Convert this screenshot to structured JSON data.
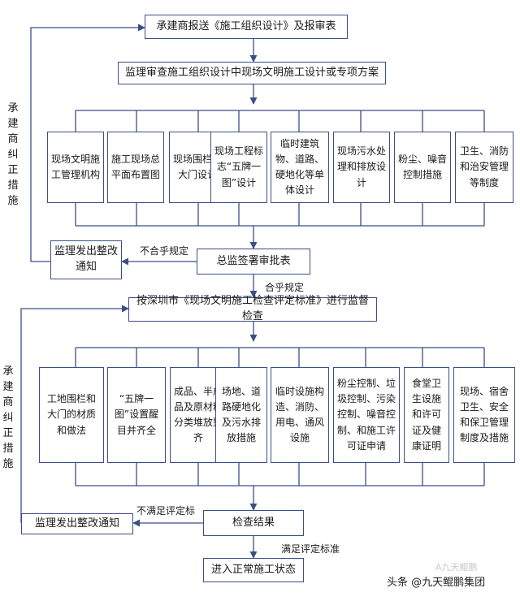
{
  "flow": {
    "step1": "承建商报送《施工组织设计》及报审表",
    "step2": "监理审查施工组织设计中现场文明施工设计或专项方案",
    "items1": [
      "现场文明施工管理机构",
      "施工现场总平面布置图",
      "现场围栏和大门设计",
      "现场工程标志“五牌一图”设计",
      "临时建筑物、道路、硬地化等单体设计",
      "现场污水处理和排放设计",
      "粉尘、噪音控制措施",
      "卫生、消防和治安管理等制度"
    ],
    "rectify1": "监理发出整改通知",
    "not_comply": "不合乎规定",
    "approve": "总监签署审批表",
    "comply": "合乎规定",
    "inspect": "按深圳市《现场文明施工检查评定标准》进行监督检查",
    "items2": [
      "工地围栏和大门的材质和做法",
      "“五牌一图”设置醒目并齐全",
      "成品、半成品及原材料分类堆放整齐",
      "场地、道路硬地化及污水排放措施",
      "临时设施构造、消防、用电、通风设施",
      "粉尘控制、垃圾控制、污染控制、噪音控制、和施工许可证申请",
      "食堂卫生设施和许可证及健康证明",
      "现场、宿舍卫生、安全和保卫管理制度及措施"
    ],
    "rectify2": "监理发出整改通知",
    "not_meet": "不满足评定标",
    "result": "检查结果",
    "meet": "满足评定标准",
    "final": "进入正常施工状态",
    "side1": "承建商纠正措施",
    "side2": "承建商纠正措施"
  },
  "watermark": {
    "prefix": "头条",
    "brand": "@九天鲲鹏集团",
    "ghost": "A九天鲲鹏"
  }
}
